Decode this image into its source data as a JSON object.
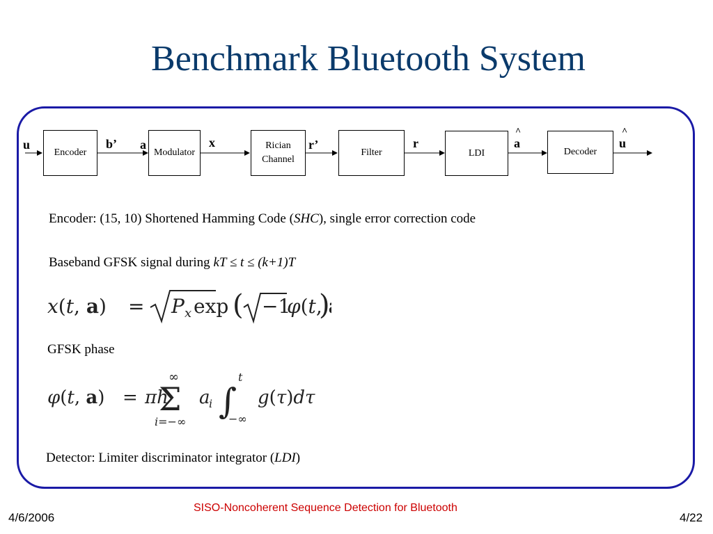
{
  "slide": {
    "title": "Benchmark Bluetooth System",
    "diagram": {
      "blocks": {
        "encoder": "Encoder",
        "modulator": "Modulator",
        "rician": "Rician Channel",
        "filter": "Filter",
        "ldi": "LDI",
        "decoder": "Decoder"
      },
      "signals": {
        "u": "u",
        "b_prime": "b’",
        "a": "a",
        "x": "x",
        "r_prime": "r’",
        "r": "r",
        "a_hat": "a",
        "u_hat": "u",
        "hat": "^"
      }
    },
    "encoder_line": {
      "prefix": "Encoder: (15, 10) Shortened Hamming Code (",
      "italic": "SHC",
      "suffix": "), single error correction code"
    },
    "baseband_line": {
      "prefix": "Baseband GFSK signal during ",
      "italic": "kT ≤ t ≤ (k+1)T"
    },
    "gfsk_phase_label": "GFSK phase",
    "detector_line": {
      "prefix": "Detector: Limiter discriminator integrator (",
      "italic": "LDI",
      "suffix": ")"
    }
  },
  "footer": {
    "date": "4/6/2006",
    "center": "SISO-Noncoherent Sequence  Detection for Bluetooth",
    "page": "4/22",
    "center_color": "#cc0000"
  }
}
